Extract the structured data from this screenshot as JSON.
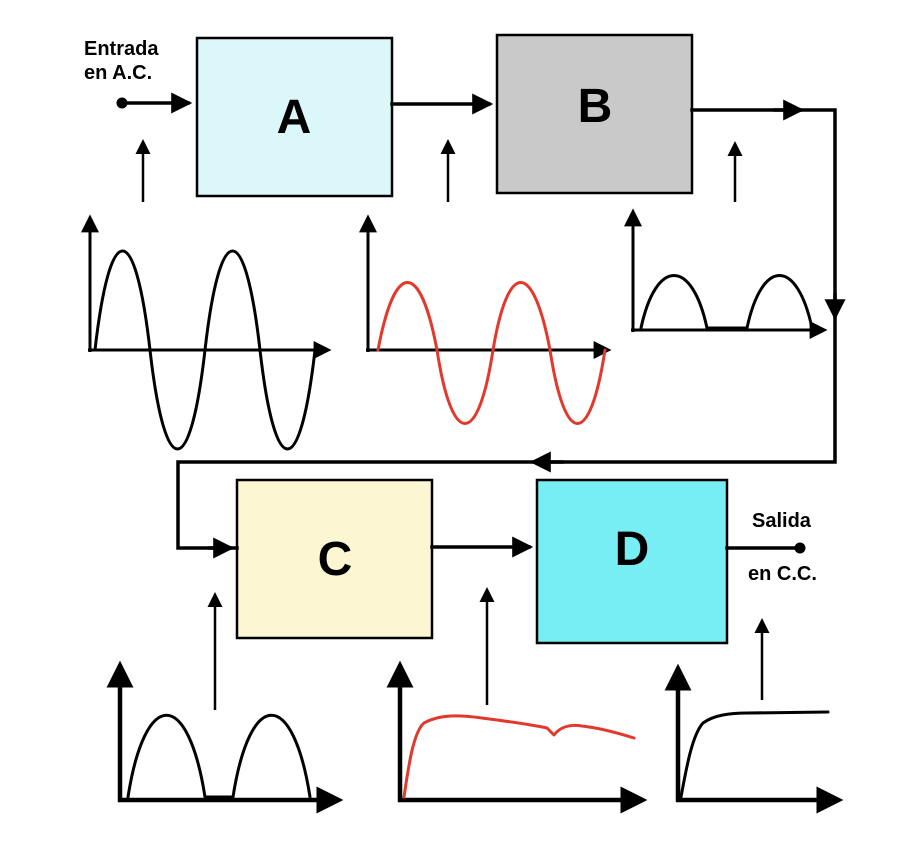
{
  "diagram": {
    "input": {
      "line1": "Entrada",
      "line2": "en A.C."
    },
    "output": {
      "line1": "Salida",
      "line2": "en C.C."
    },
    "blocks": [
      {
        "label": "A",
        "color": "#dcf7fa"
      },
      {
        "label": "B",
        "color": "#c9c9c9"
      },
      {
        "label": "C",
        "color": "#fcf6d2"
      },
      {
        "label": "D",
        "color": "#76eef4"
      }
    ],
    "colors": {
      "line": "#000000",
      "wave_red": "#e2392c",
      "background": "#ffffff"
    },
    "waveforms": [
      {
        "name": "ac-sine-input-wave",
        "color": "#000000"
      },
      {
        "name": "transformed-ac-sine-wave",
        "color": "#e2392c"
      },
      {
        "name": "half-wave-rectified-wave",
        "color": "#000000"
      },
      {
        "name": "half-wave-rectified-wave",
        "color": "#000000"
      },
      {
        "name": "filtered-dc-ripple-wave",
        "color": "#e2392c"
      },
      {
        "name": "regulated-dc-wave",
        "color": "#000000"
      }
    ]
  }
}
